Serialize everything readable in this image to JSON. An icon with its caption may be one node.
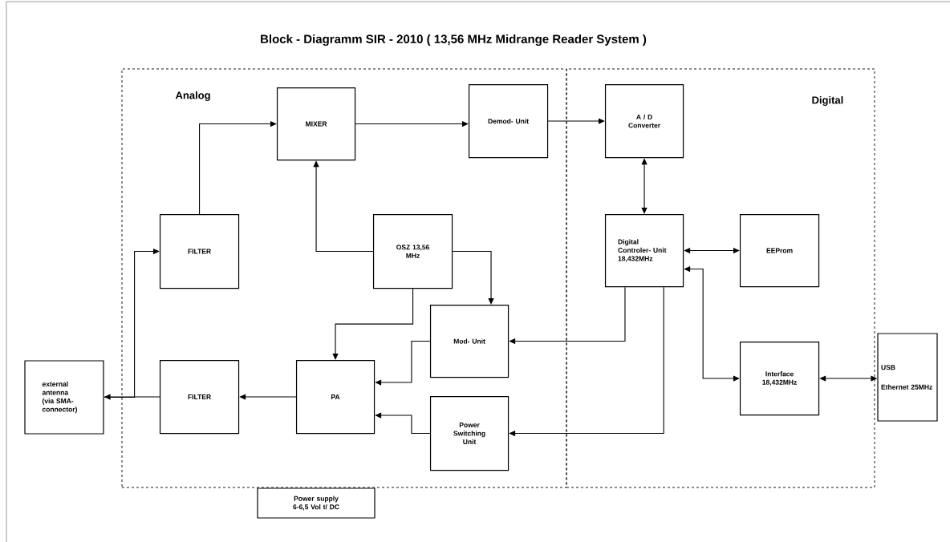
{
  "diagram": {
    "title": "Block - Diagramm      SIR - 2010    ( 13,56 MHz Midrange Reader System )",
    "nodes": [
      {
        "text": [
          "Analog"
        ]
      },
      {
        "text": [
          "Digital"
        ]
      },
      {
        "text": [
          "MIXER"
        ],
        "in": 0
      },
      {
        "text": [
          "Demod- Unit"
        ],
        "in": 0
      },
      {
        "text": [
          "A / D Converter"
        ],
        "in": 1
      },
      {
        "text": [
          "FILTER"
        ],
        "in": 0
      },
      {
        "text": [
          "OSZ 13,56 MHz"
        ],
        "in": 0
      },
      {
        "text": [
          "Digital Controler- Unit 18,432MHz"
        ],
        "in": 1
      },
      {
        "text": [
          "EEProm"
        ],
        "in": 1
      },
      {
        "text": [
          "Mod- Unit"
        ],
        "in": 0
      },
      {
        "text": [
          "external antenna (via SMA-connector)"
        ]
      },
      {
        "text": [
          "FILTER"
        ],
        "in": 0
      },
      {
        "text": [
          "PA"
        ],
        "in": 0
      },
      {
        "text": [
          "Interface 18,432MHz"
        ],
        "in": 1
      },
      {
        "text": [
          "USB",
          "Ethernet 25MHz"
        ]
      },
      {
        "text": [
          "Power Switching Unit"
        ],
        "in": 0
      },
      {
        "text": [
          "Power supply 6-6,5 Vol t/ DC"
        ]
      }
    ],
    "edges": [
      {
        "from": 5,
        "to": 2,
        "arrow": "to"
      },
      {
        "from": 2,
        "to": 3,
        "arrow": "to"
      },
      {
        "from": 3,
        "to": 4,
        "arrow": "to"
      },
      {
        "from": 6,
        "to": 2,
        "arrow": "to"
      },
      {
        "from": 4,
        "to": 7,
        "arrow": "both"
      },
      {
        "from": 7,
        "to": 8,
        "arrow": "both"
      },
      {
        "from": 6,
        "to": 9,
        "arrow": "to"
      },
      {
        "from": 6,
        "to": 12,
        "arrow": "to"
      },
      {
        "from": 7,
        "to": 9,
        "arrow": "to"
      },
      {
        "from": 7,
        "to": 15,
        "arrow": "to"
      },
      {
        "from": 7,
        "to": 13,
        "arrow": "both"
      },
      {
        "from": 13,
        "to": 14,
        "arrow": "both"
      },
      {
        "from": 9,
        "to": 12,
        "arrow": "to"
      },
      {
        "from": 15,
        "to": 12,
        "arrow": "to"
      },
      {
        "from": 12,
        "to": 11,
        "arrow": "to"
      },
      {
        "from": 11,
        "to": 10,
        "arrow": "to"
      },
      {
        "from": 10,
        "to": 5,
        "arrow": "to"
      }
    ]
  }
}
